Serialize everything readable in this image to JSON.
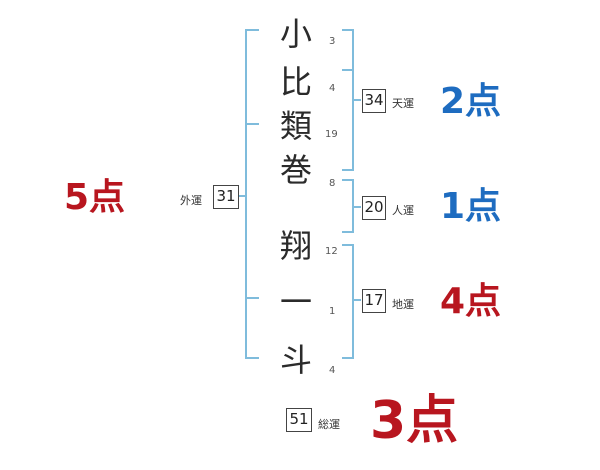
{
  "colors": {
    "bracket": "#7fbcdc",
    "blue_score": "#1e6cc0",
    "red_score": "#b8161f"
  },
  "name": {
    "characters": [
      {
        "char": "小",
        "strokes": "3"
      },
      {
        "char": "比",
        "strokes": "4"
      },
      {
        "char": "類",
        "strokes": "19"
      },
      {
        "char": "巻",
        "strokes": "8"
      },
      {
        "char": "翔",
        "strokes": "12"
      },
      {
        "char": "一",
        "strokes": "1"
      },
      {
        "char": "斗",
        "strokes": "4"
      }
    ]
  },
  "fortunes": {
    "tenun": {
      "value": "34",
      "label": "天運",
      "score": "2点"
    },
    "jinun": {
      "value": "20",
      "label": "人運",
      "score": "1点"
    },
    "chiun": {
      "value": "17",
      "label": "地運",
      "score": "4点"
    },
    "gaiun": {
      "value": "31",
      "label": "外運",
      "score": "5点"
    },
    "souun": {
      "value": "51",
      "label": "総運",
      "score": "3点"
    }
  }
}
